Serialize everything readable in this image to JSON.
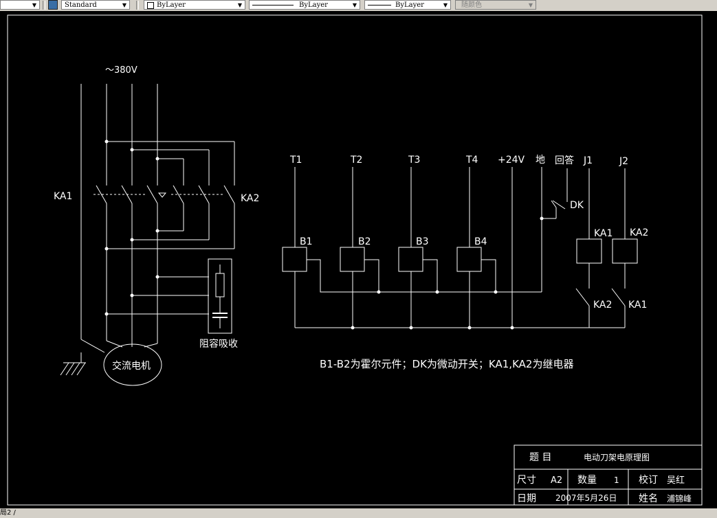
{
  "toolbar": {
    "text_style": "Standard",
    "layer_color": "ByLayer",
    "linetype": "ByLayer",
    "lineweight": "ByLayer",
    "plot_style": "随颜色"
  },
  "drawing": {
    "supply_label": "～380V",
    "relay_left": "KA1",
    "relay_right": "KA2",
    "snubber_label": "阻容吸收",
    "motor_label": "交流电机",
    "terminals": [
      "T1",
      "T2",
      "T3",
      "T4",
      "+24V",
      "地",
      "回答",
      "J1",
      "J2"
    ],
    "sensors": [
      "B1",
      "B2",
      "B3",
      "B4"
    ],
    "switch_label": "DK",
    "coil_labels": [
      "KA1",
      "KA2"
    ],
    "contact_labels": [
      "KA2",
      "KA1"
    ],
    "note": "B1-B2为霍尔元件；DK为微动开关；KA1,KA2为继电器"
  },
  "title_block": {
    "title_key": "题 目",
    "title_value": "电动刀架电原理图",
    "size_key": "尺寸",
    "size_value": "A2",
    "qty_key": "数量",
    "qty_value": "1",
    "check_key": "校订",
    "check_value": "吴红",
    "date_key": "日期",
    "date_value": "2007年5月26日",
    "name_key": "姓名",
    "name_value": "浦锦峰"
  },
  "statusbar": {
    "tab": "局2 /"
  }
}
